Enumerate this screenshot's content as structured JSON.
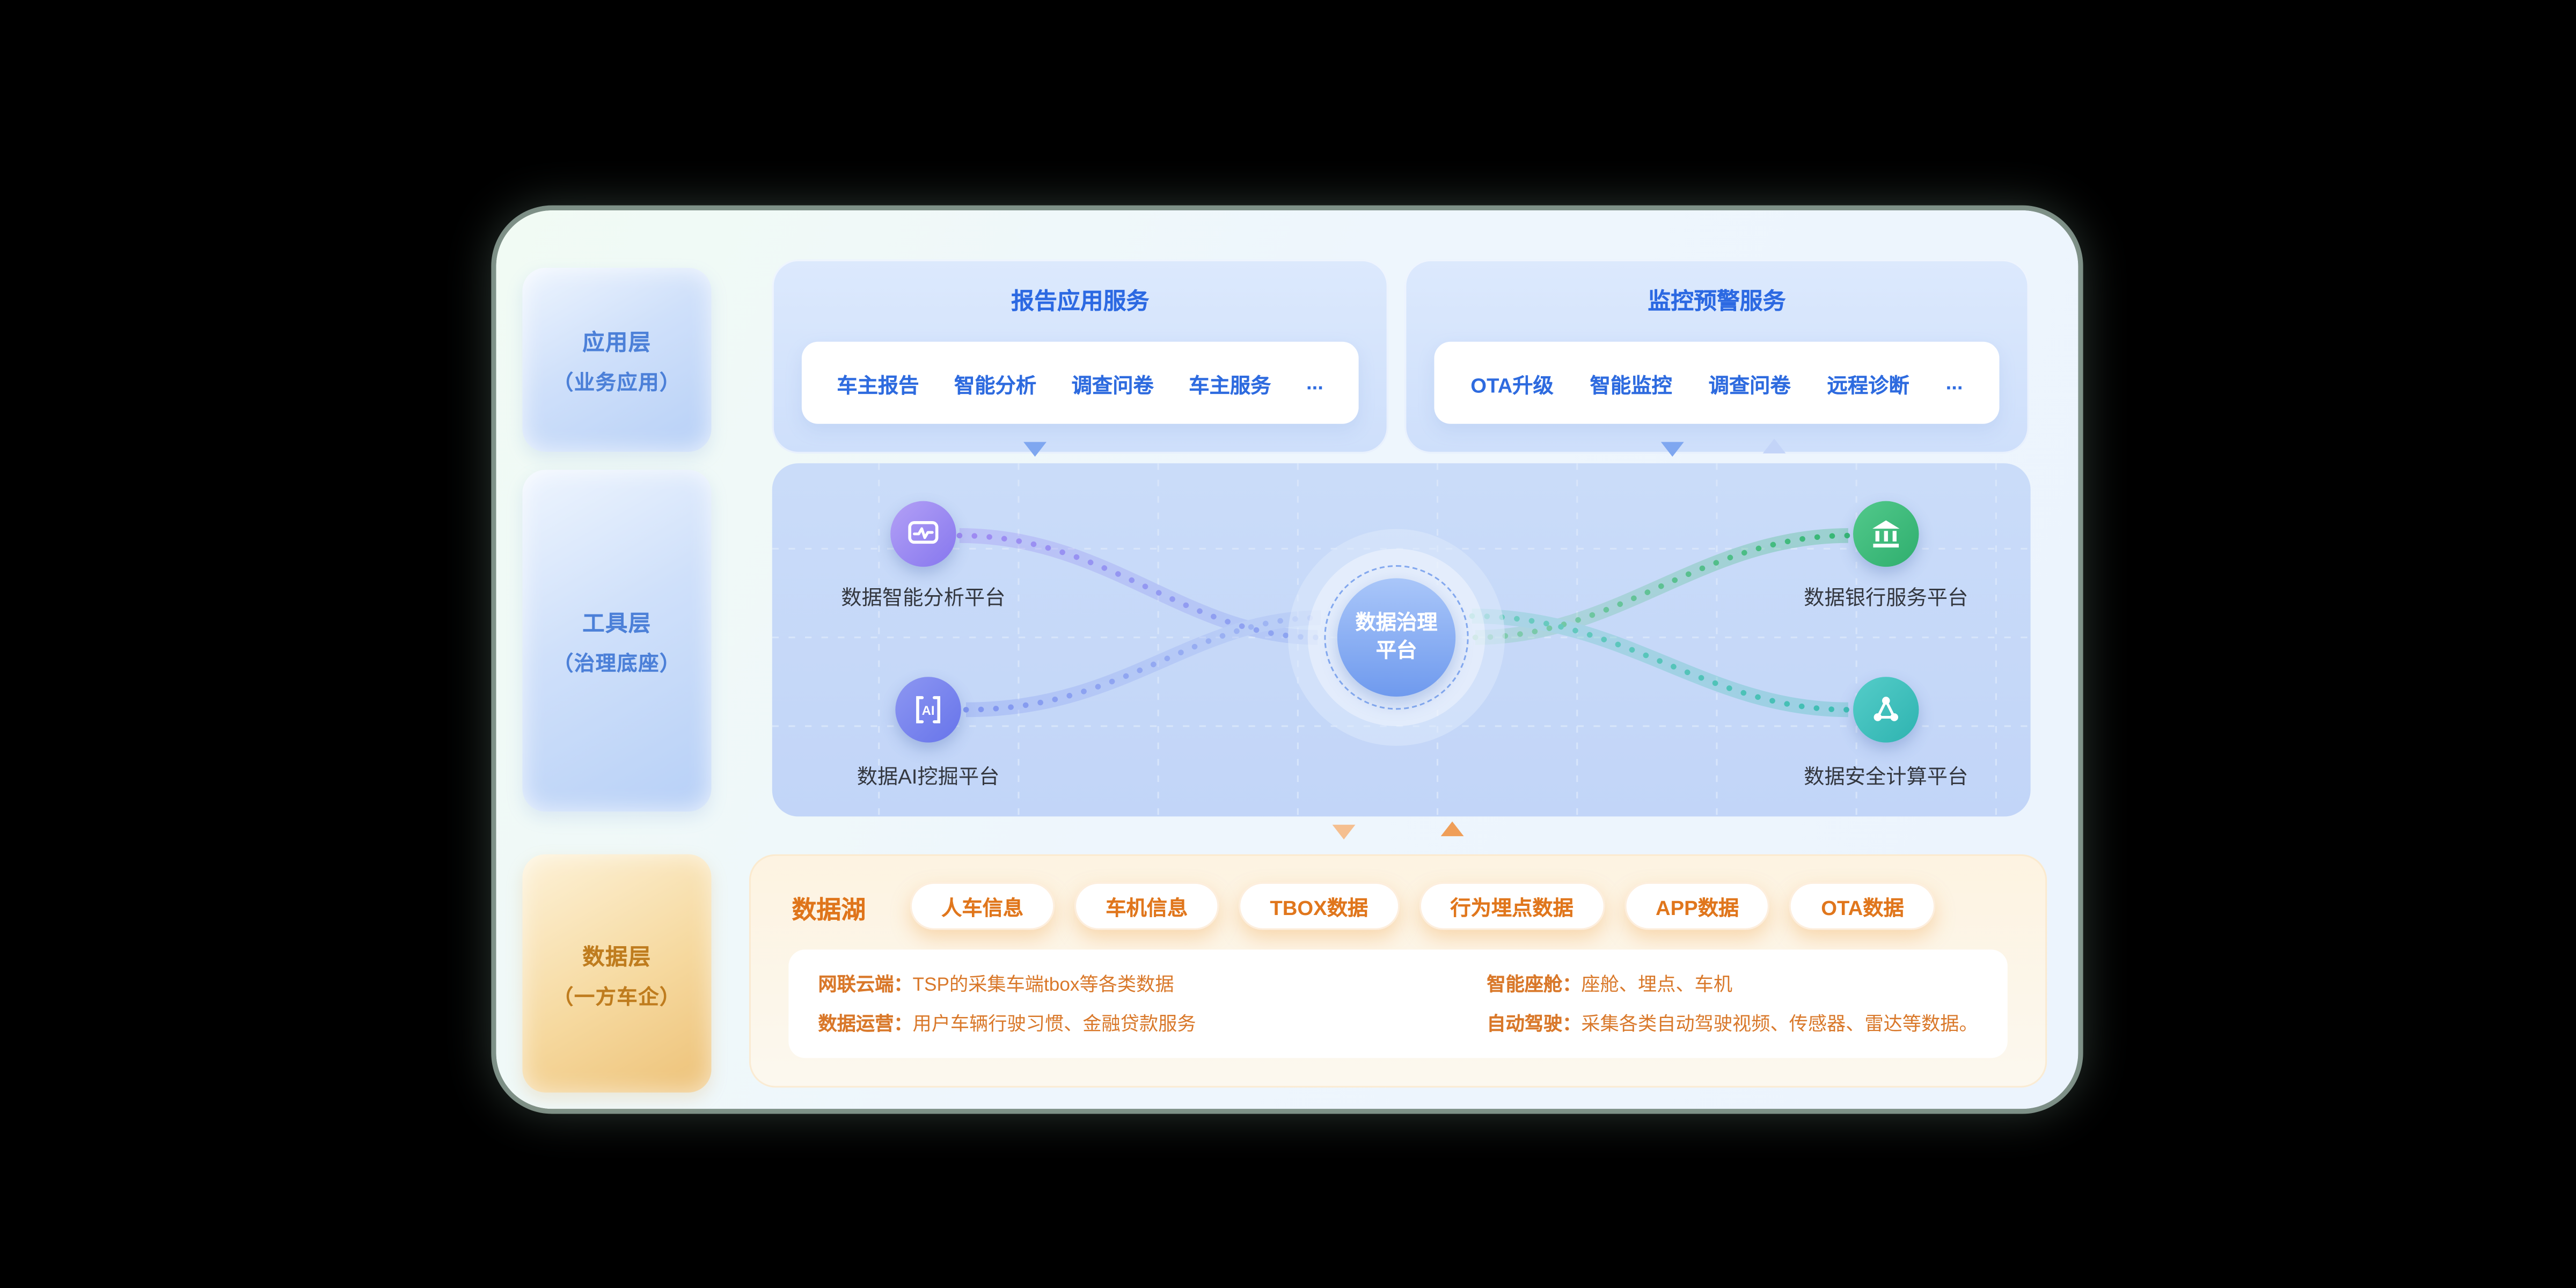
{
  "colors": {
    "accent_blue": "#2d6ae3",
    "accent_orange": "#e0761c",
    "panel_blue": "#c9dbf9",
    "node_purple": "#8a79ee",
    "node_indigo": "#6d7bea",
    "node_green": "#34b873",
    "node_teal": "#32b9b6"
  },
  "layers": [
    {
      "title": "应用层",
      "subtitle": "（业务应用）"
    },
    {
      "title": "工具层",
      "subtitle": "（治理底座）"
    },
    {
      "title": "数据层",
      "subtitle": "（一方车企）"
    }
  ],
  "services": {
    "report": {
      "title": "报告应用服务",
      "items": [
        "车主报告",
        "智能分析",
        "调查问卷",
        "车主服务",
        "..."
      ]
    },
    "monitor": {
      "title": "监控预警服务",
      "items": [
        "OTA升级",
        "智能监控",
        "调查问卷",
        "远程诊断",
        "..."
      ]
    }
  },
  "governance": {
    "center": {
      "line1": "数据治理",
      "line2": "平台"
    },
    "platforms": [
      {
        "label": "数据智能分析平台",
        "icon": "analytics-icon"
      },
      {
        "label": "数据AI挖掘平台",
        "icon": "ai-icon"
      },
      {
        "label": "数据银行服务平台",
        "icon": "bank-icon"
      },
      {
        "label": "数据安全计算平台",
        "icon": "share-network-icon"
      }
    ]
  },
  "datalake": {
    "title": "数据湖",
    "tags": [
      "人车信息",
      "车机信息",
      "TBOX数据",
      "行为埋点数据",
      "APP数据",
      "OTA数据"
    ],
    "info": [
      {
        "label": "网联云端：",
        "text": "TSP的采集车端tbox等各类数据"
      },
      {
        "label": "数据运营：",
        "text": "用户车辆行驶习惯、金融贷款服务"
      },
      {
        "label": "智能座舱：",
        "text": "座舱、埋点、车机"
      },
      {
        "label": "自动驾驶：",
        "text": "采集各类自动驾驶视频、传感器、雷达等数据。"
      }
    ]
  }
}
